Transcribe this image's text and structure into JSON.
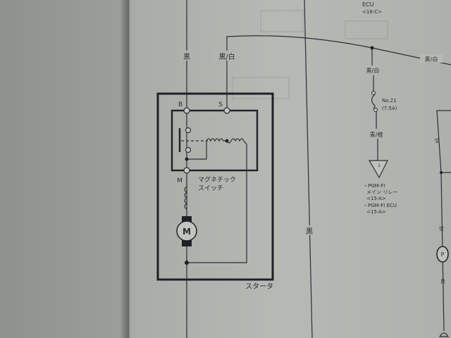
{
  "wire_labels": {
    "b_wire": "黒",
    "s_wire": "黒/白",
    "main_wire": "黒/白",
    "branch_wire": "黒/白",
    "fuse_out": "青/橙",
    "ground_wire": "黒",
    "right_upper": "空",
    "right_lower": "空",
    "right_bottom": "黒"
  },
  "terminals": {
    "b": "B",
    "s": "S",
    "m": "M"
  },
  "magnetic_switch": {
    "line1": "マグネチック",
    "line2": "スイッチ"
  },
  "motor_label": "M",
  "starter_label": "スタータ",
  "fuse": {
    "name": "No.21",
    "rating": "(7.5A)"
  },
  "connector": {
    "number": "1",
    "items": [
      "・PGM-FI",
      "メイン リレー",
      "<15-A>",
      "・PGM-FI ECU",
      "<15-A>"
    ]
  },
  "top_ref": {
    "name": "ECU",
    "ref": "<16-C>"
  },
  "pressure_switch": {
    "label": "P"
  }
}
